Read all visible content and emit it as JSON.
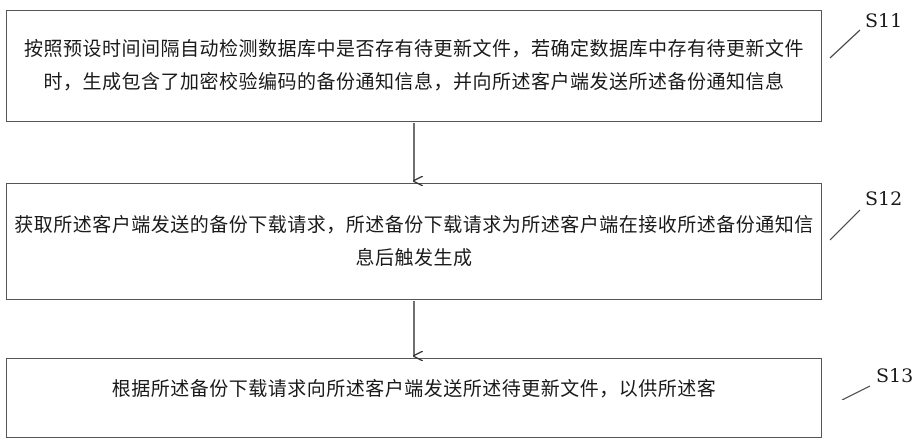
{
  "steps": [
    {
      "label": "S11",
      "text": "按照预设时间间隔自动检测数据库中是否存有待更新文件，若确定数据库中存有待更新文件时，生成包含了加密校验编码的备份通知信息，并向所述客户端发送所述备份通知信息"
    },
    {
      "label": "S12",
      "text": "获取所述客户端发送的备份下载请求，所述备份下载请求为所述客户端在接收所述备份通知信息后触发生成"
    },
    {
      "label": "S13",
      "text": "根据所述备份下载请求向所述客户端发送所述待更新文件，以供所述客"
    }
  ]
}
